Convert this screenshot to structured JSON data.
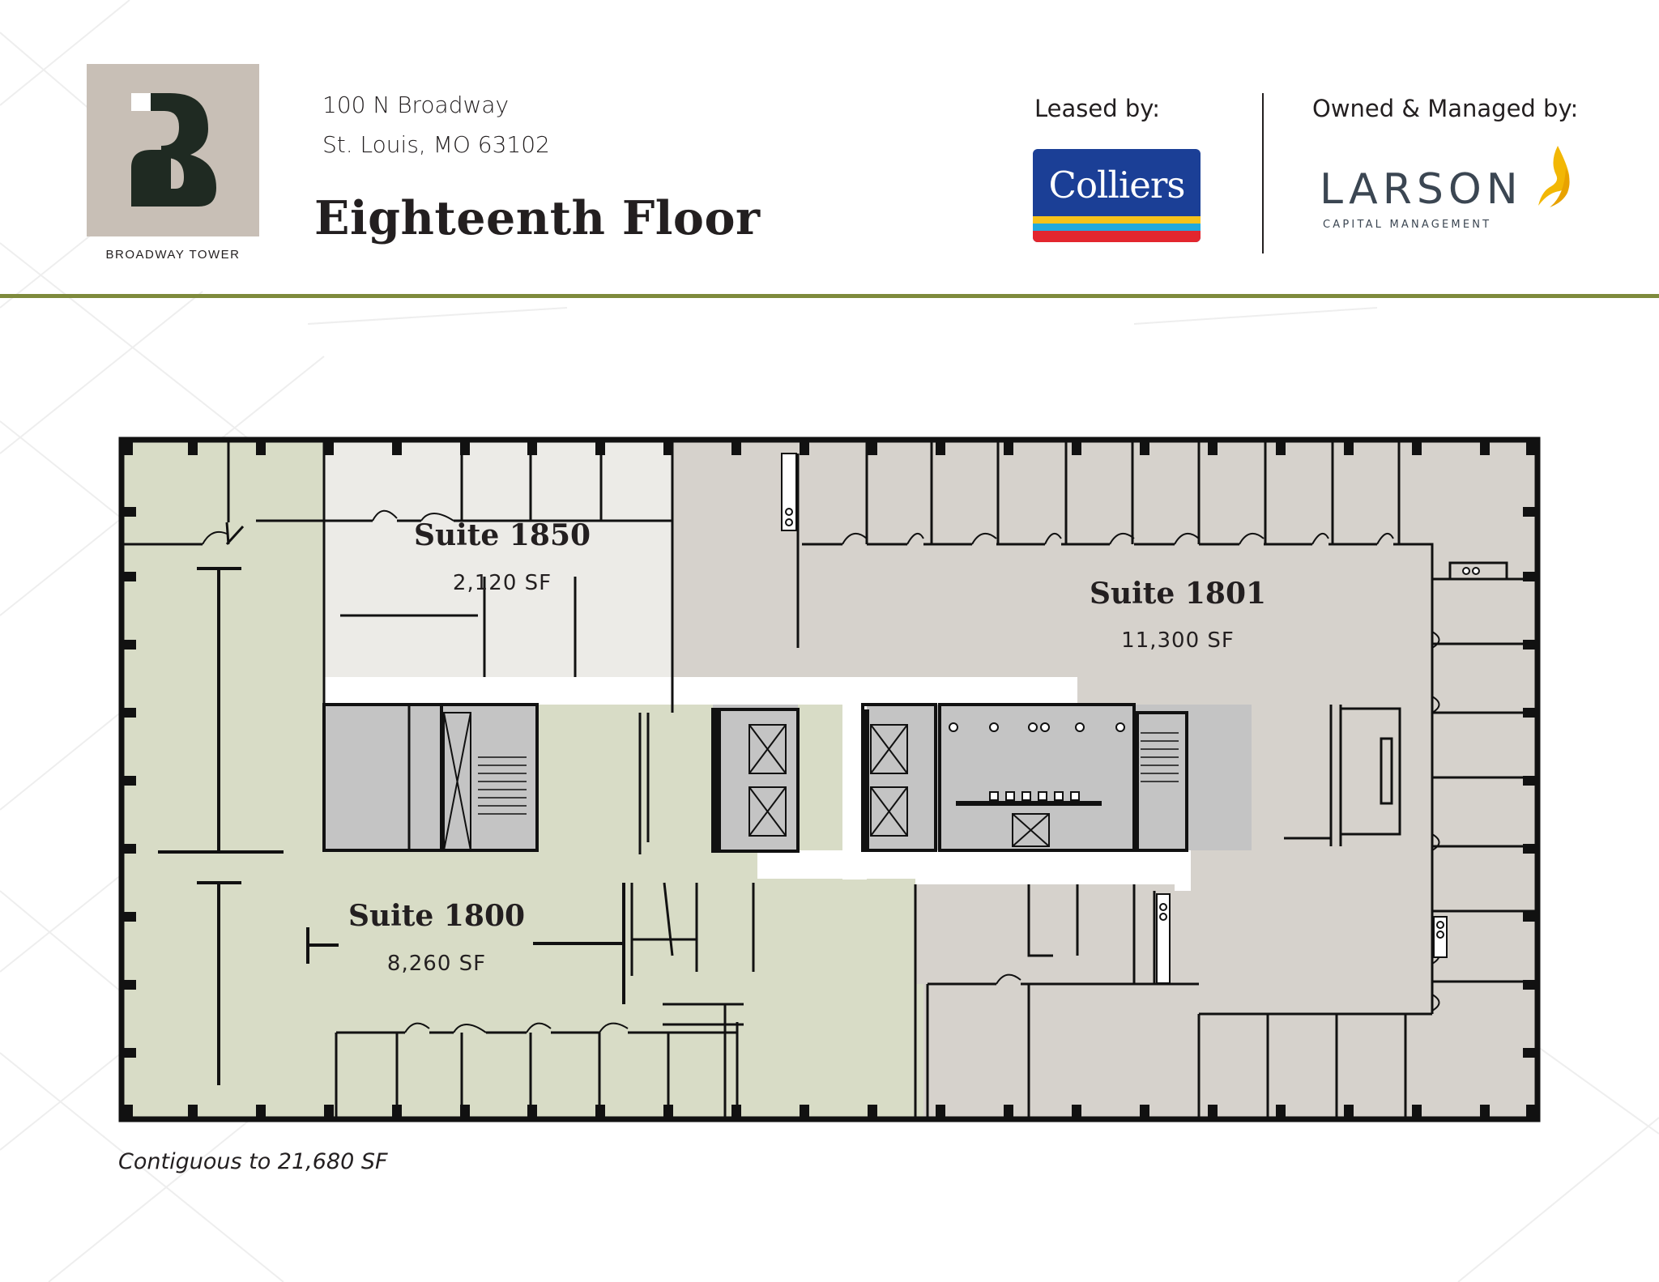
{
  "brand": {
    "name": "BROADWAY TOWER",
    "monogram": "B",
    "colors": {
      "logo_bg": "#c8bfb6",
      "monogram": "#1f2a22",
      "rule": "#7e8a3c"
    }
  },
  "address": {
    "line1": "100 N Broadway",
    "line2": "St. Louis, MO 63102"
  },
  "floor_title": "Eighteenth Floor",
  "leasing": {
    "leased_by_label": "Leased by:",
    "leased_by_logo": "Colliers",
    "owned_label": "Owned & Managed by:",
    "owner_logo": "LARSON",
    "owner_logo_sub": "CAPITAL MANAGEMENT",
    "colors": {
      "colliers_blue": "#1b3f96",
      "colliers_yellow": "#f6c21b",
      "colliers_cyan": "#22a9dd",
      "colliers_red": "#e3262e",
      "larson_text": "#3b4652",
      "larson_flame": "#f2b705"
    }
  },
  "suites": [
    {
      "name": "Suite 1850",
      "area": "2,120 SF",
      "color": "#ecebe7"
    },
    {
      "name": "Suite 1801",
      "area": "11,300 SF",
      "color": "#d6d2cc"
    },
    {
      "name": "Suite 1800",
      "area": "8,260 SF",
      "color": "#d8dcc6"
    }
  ],
  "core_color": "#c4c4c4",
  "note": "Contiguous to 21,680 SF"
}
